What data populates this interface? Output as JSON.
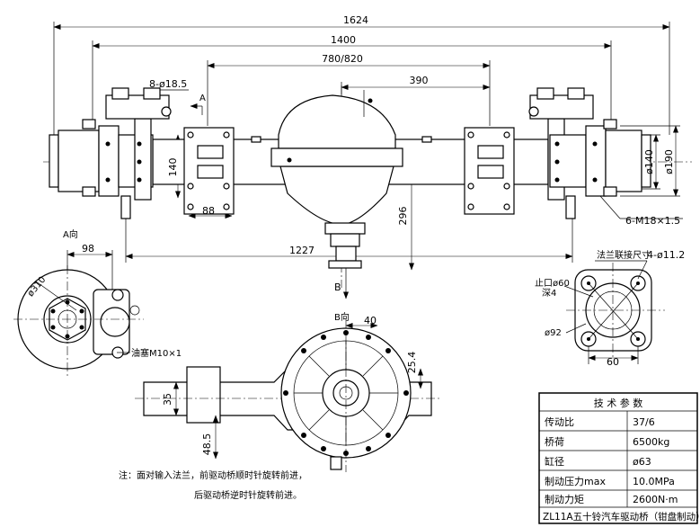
{
  "dimensions": {
    "overall_length": "1624",
    "flange_span": "1400",
    "spring_pad_span": "780/820",
    "offset_390": "390",
    "bolt_holes": "8-ø18.5",
    "pad_height": "140",
    "pad_width": "88",
    "height_296": "296",
    "length_1227": "1227",
    "wheel_bolts": "6-M18×1.5",
    "dia_140": "ø140",
    "dia_190": "ø190",
    "width_98": "98",
    "dia_310": "ø310",
    "offset_40": "40",
    "offset_25_4": "25.4",
    "height_35": "35",
    "height_48_5": "48.5",
    "flange_holes": "4-ø11.2",
    "spigot_dia": "止口ø60",
    "depth_4": "深4",
    "dia_92": "ø92",
    "width_60": "60"
  },
  "view_labels": {
    "arrow_a": "A",
    "view_a": "A向",
    "arrow_b": "B",
    "view_b": "B向",
    "oil_plug": "油塞M10×1",
    "flange_size": "法兰联接尺寸"
  },
  "notes": {
    "line1": "注：面对输入法兰，前驱动桥顺时针旋转前进，",
    "line2": "后驱动桥逆时针旋转前进。"
  },
  "spec_table": {
    "title": "技 术 参 数",
    "rows": [
      {
        "param": "传动比",
        "value": "37/6"
      },
      {
        "param": "桥荷",
        "value": "6500kg"
      },
      {
        "param": "缸径",
        "value": "ø63"
      },
      {
        "param": "制动压力max",
        "value": "10.0MPa"
      },
      {
        "param": "制动力矩",
        "value": "2600N·m"
      }
    ],
    "caption": "ZL11A五十铃汽车驱动桥（钳盘制动）"
  }
}
